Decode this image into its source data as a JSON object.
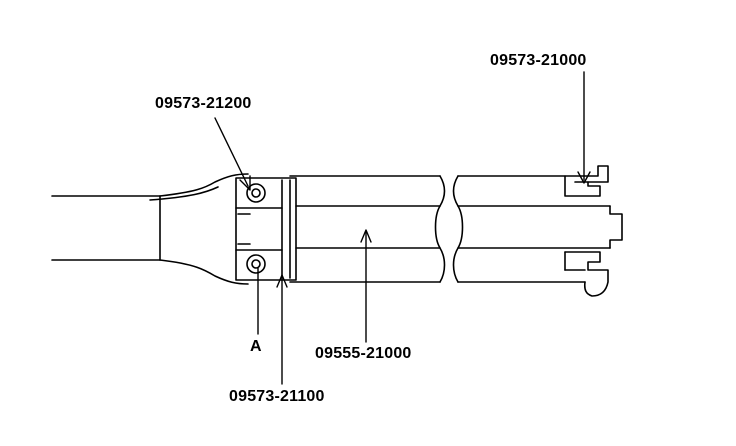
{
  "labels": {
    "part_top_right": "09573-21000",
    "part_top_left": "09573-21200",
    "marker_a": "A",
    "part_middle": "09555-21000",
    "part_bottom": "09573-21100"
  },
  "colors": {
    "line": "#000000",
    "background": "#ffffff"
  }
}
